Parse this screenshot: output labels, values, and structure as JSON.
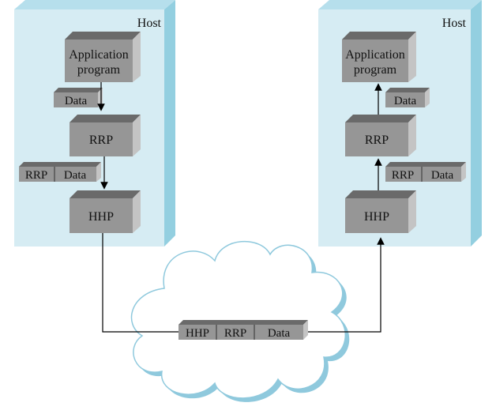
{
  "colors": {
    "host_front": "#d6ecf3",
    "host_side": "#93cfe0",
    "box_front": "#969696",
    "box_top": "#6a6a6a",
    "box_side": "#c4c4c4",
    "cloud_fill": "#ffffff",
    "cloud_edge": "#8fc9dd",
    "line": "#000000"
  },
  "left_host": {
    "label": "Host",
    "app_label_line1": "Application",
    "app_label_line2": "program",
    "data_label": "Data",
    "rrp_label": "RRP",
    "packet_rrp": "RRP",
    "packet_data": "Data",
    "hhp_label": "HHP"
  },
  "right_host": {
    "label": "Host",
    "app_label_line1": "Application",
    "app_label_line2": "program",
    "data_label": "Data",
    "rrp_label": "RRP",
    "packet_rrp": "RRP",
    "packet_data": "Data",
    "hhp_label": "HHP"
  },
  "network_packet": {
    "hhp": "HHP",
    "rrp": "RRP",
    "data": "Data"
  }
}
